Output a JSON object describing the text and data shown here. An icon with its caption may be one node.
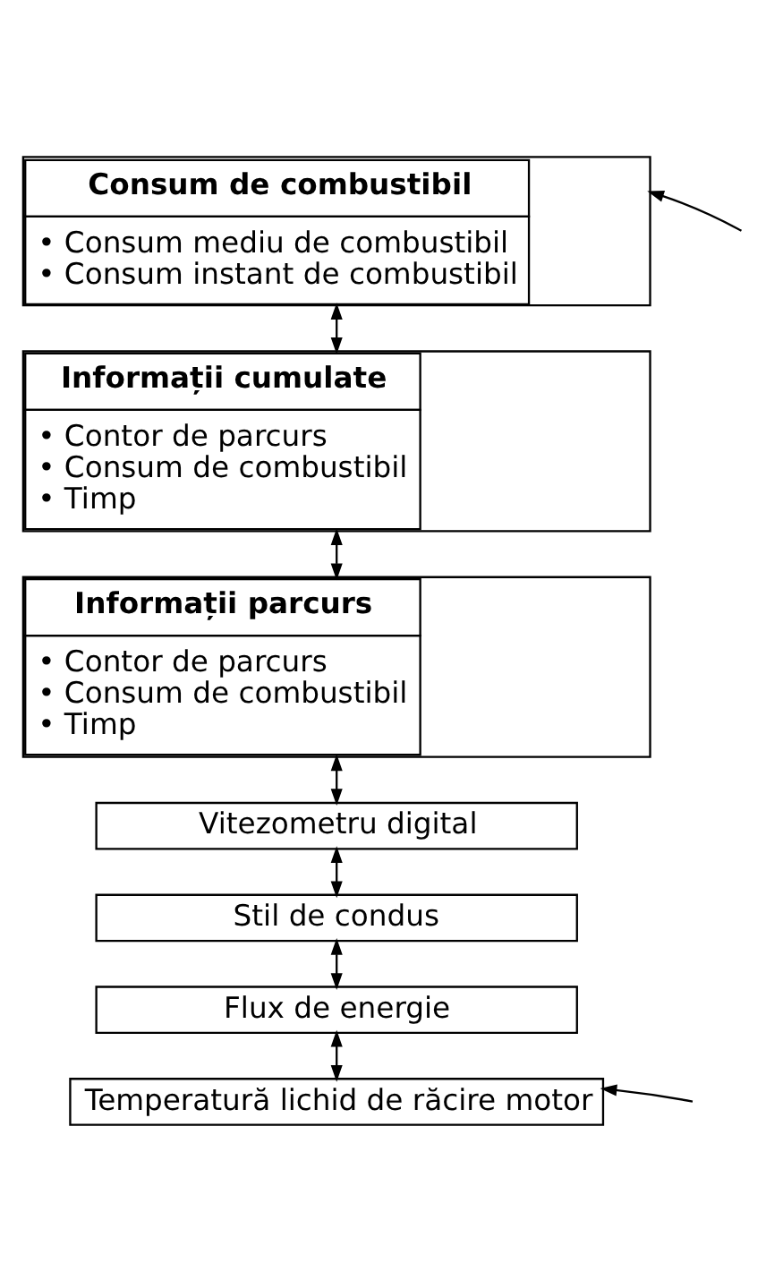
{
  "diagram": {
    "nodes": [
      {
        "text": [
          "Consum de combustibil",
          "• Consum mediu de combustibil",
          "• Consum instant de combustibil"
        ]
      },
      {
        "text": [
          "Informații cumulate",
          "• Contor de parcurs",
          "• Consum de combustibil",
          "• Timp"
        ]
      },
      {
        "text": [
          "Informații parcurs",
          "• Contor de parcurs",
          "• Consum de combustibil",
          "• Timp"
        ]
      },
      {
        "text": [
          "Vitezometru digital"
        ]
      },
      {
        "text": [
          "Stil de condus"
        ]
      },
      {
        "text": [
          "Flux de energie"
        ]
      },
      {
        "text": [
          "Temperatură lichid de răcire motor"
        ]
      }
    ],
    "edges": [
      {
        "from": null,
        "to": 0,
        "arrow": "to"
      },
      {
        "from": 0,
        "to": 1,
        "arrow": "both"
      },
      {
        "from": 1,
        "to": 2,
        "arrow": "both"
      },
      {
        "from": 2,
        "to": 3,
        "arrow": "both"
      },
      {
        "from": 3,
        "to": 4,
        "arrow": "both"
      },
      {
        "from": 4,
        "to": 5,
        "arrow": "both"
      },
      {
        "from": 5,
        "to": 6,
        "arrow": "both"
      },
      {
        "from": null,
        "to": 6,
        "arrow": "to"
      }
    ]
  }
}
